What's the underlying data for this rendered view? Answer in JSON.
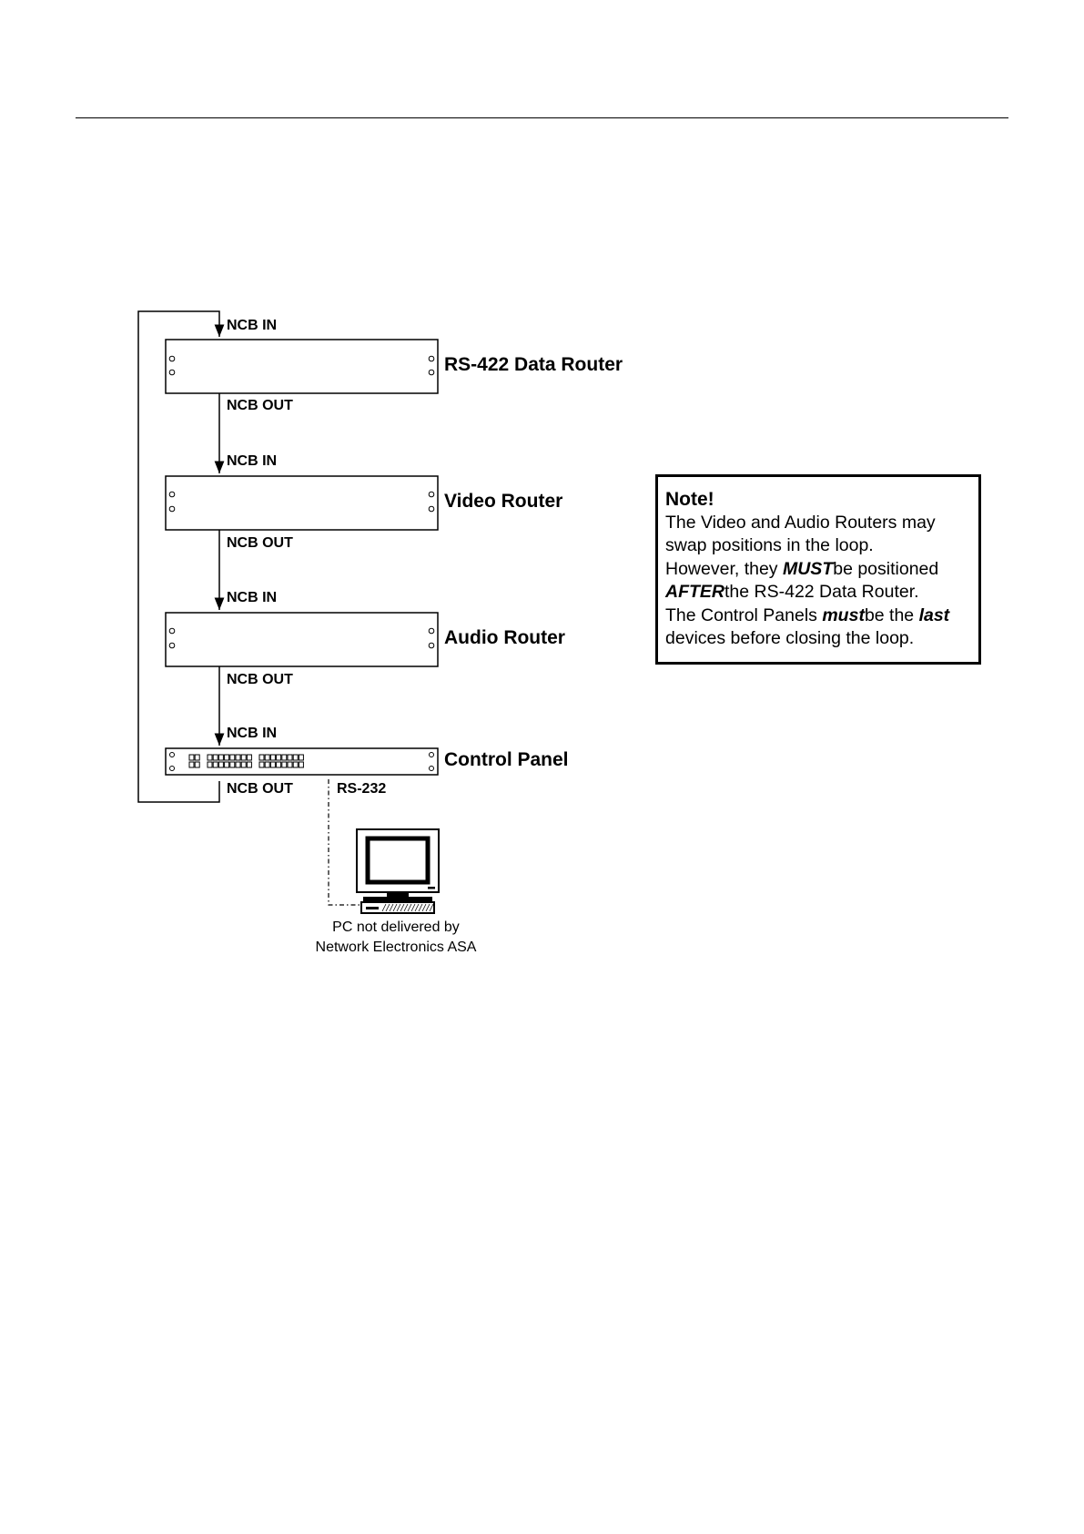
{
  "devices": [
    {
      "name": "RS-422 Data Router",
      "in_label": "NCB IN",
      "out_label": "NCB OUT"
    },
    {
      "name": "Video Router",
      "in_label": "NCB IN",
      "out_label": "NCB OUT"
    },
    {
      "name": "Audio Router",
      "in_label": "NCB IN",
      "out_label": "NCB OUT"
    },
    {
      "name": "Control Panel",
      "in_label": "NCB IN",
      "out_label": "NCB OUT"
    }
  ],
  "rs232_label": "RS-232",
  "pc_caption": [
    "PC not delivered by",
    "Network Electronics ASA"
  ],
  "note": {
    "title": "Note!",
    "line1": "The Video and Audio Routers may",
    "line2": "swap positions in the loop.",
    "line3_pre": "However, they ",
    "line3_em": "MUST",
    "line3_post": "be positioned",
    "line4_em": "AFTER",
    "line4_post": "the RS-422 Data Router.",
    "line5_pre": "The Control Panels ",
    "line5_em": "must",
    "line5_mid": "be the ",
    "line5_em2": "last",
    "line6": "devices before closing the loop."
  }
}
